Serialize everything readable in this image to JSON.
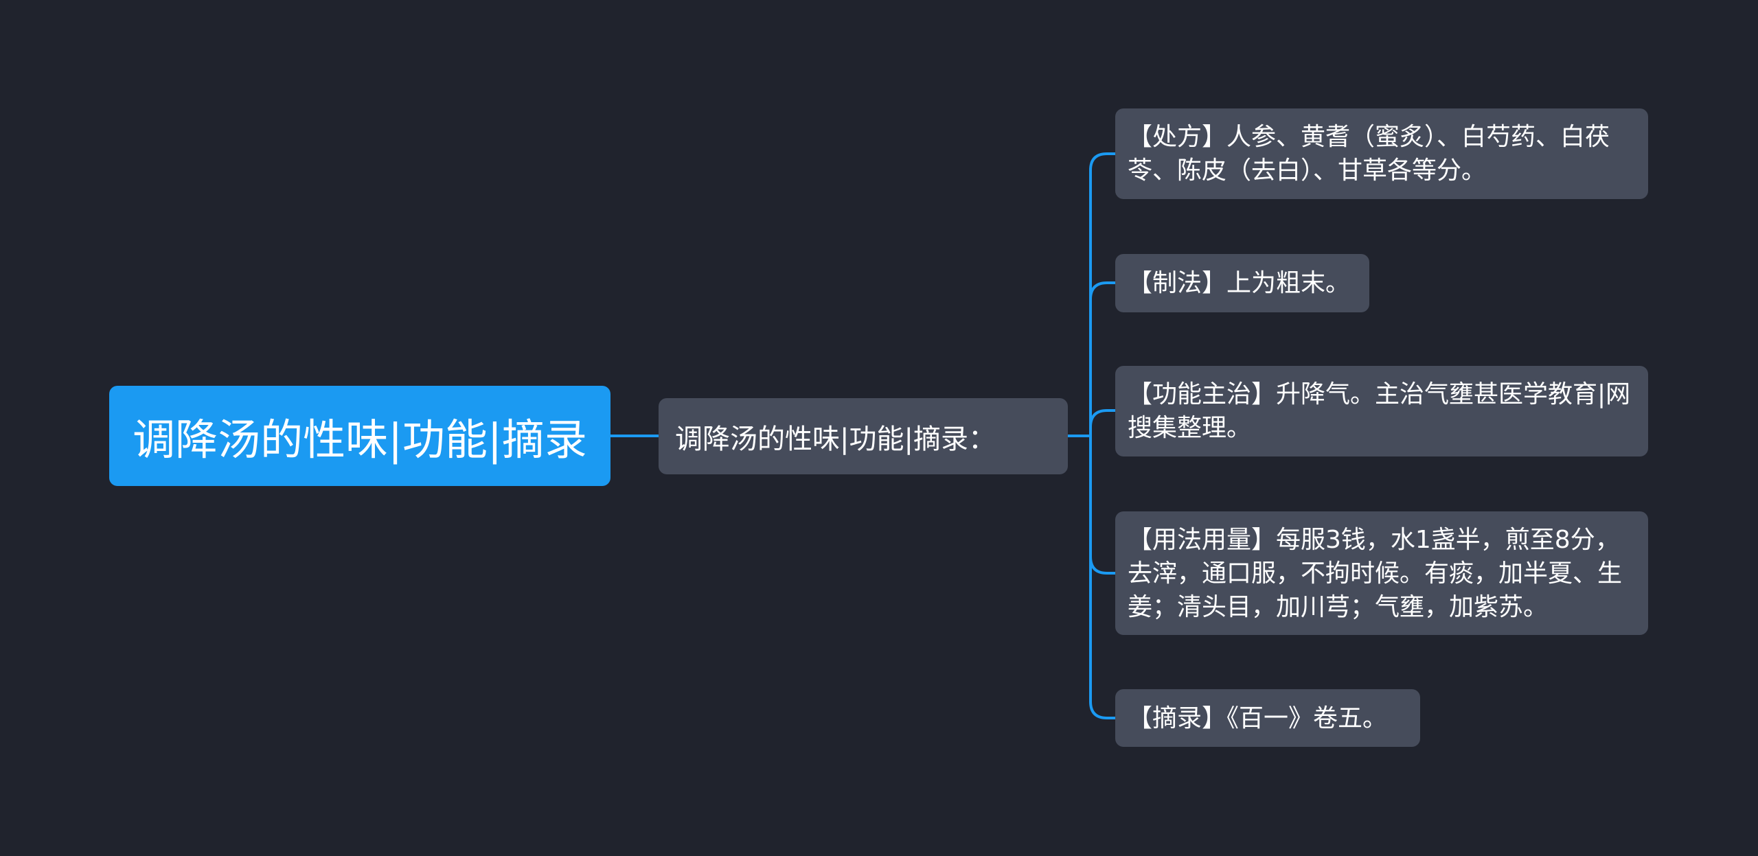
{
  "diagram": {
    "root": {
      "label": "调降汤的性味|功能|摘录"
    },
    "mid": {
      "label": "调降汤的性味|功能|摘录："
    },
    "leaves": [
      {
        "label": "【处方】人参、黄耆（蜜炙）、白芍药、白茯苓、陈皮（去白）、甘草各等分。"
      },
      {
        "label": "【制法】上为粗末。"
      },
      {
        "label": "【功能主治】升降气。主治气壅甚医学教育|网搜集整理。"
      },
      {
        "label": "【用法用量】每服3钱，水1盏半，煎至8分，去滓，通口服，不拘时候。有痰，加半夏、生姜；清头目，加川芎；气壅，加紫苏。"
      },
      {
        "label": "【摘录】《百一》卷五。"
      }
    ]
  },
  "colors": {
    "background": "#20232d",
    "root_fill": "#1b9af2",
    "node_fill": "#464c5b",
    "connector": "#1b9af2",
    "text": "#ffffff"
  }
}
